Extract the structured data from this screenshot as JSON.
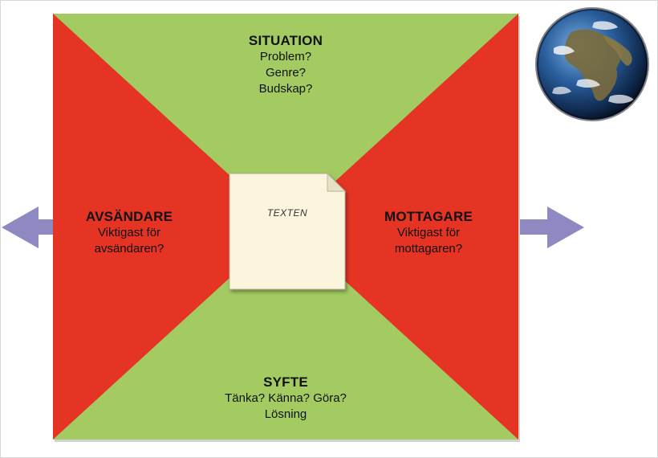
{
  "situation": {
    "title": "SITUATION",
    "lines": [
      "Problem?",
      "Genre?",
      "Budskap?"
    ]
  },
  "sender": {
    "title": "AVSÄNDARE",
    "lines": [
      "Viktigast för",
      "avsändaren?"
    ]
  },
  "receiver": {
    "title": "MOTTAGARE",
    "lines": [
      "Viktigast för",
      "mottagaren?"
    ]
  },
  "purpose": {
    "title": "SYFTE",
    "lines": [
      "Tänka? Känna? Göra?",
      "Lösning"
    ]
  },
  "center": {
    "label": "TEXTEN"
  },
  "colors": {
    "green": "#a3cb62",
    "red": "#e53324",
    "paper": "#faf5dc",
    "arrow": "#8e89c0",
    "earth_ocean": "#1f4e8c"
  },
  "icons": [
    "left-arrow-icon",
    "right-arrow-icon",
    "earth-globe-icon",
    "document-icon"
  ]
}
